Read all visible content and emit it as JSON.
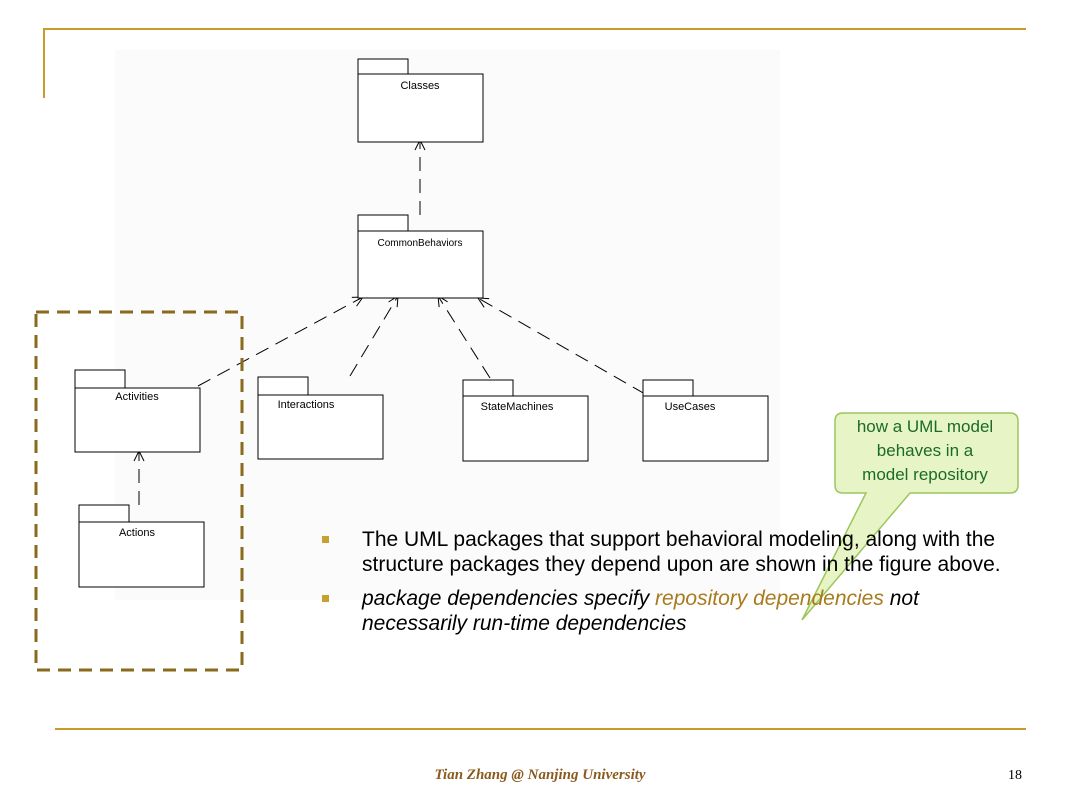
{
  "diagram": {
    "packages": {
      "classes": "Classes",
      "common_behaviors": "CommonBehaviors",
      "activities": "Activities",
      "interactions": "Interactions",
      "state_machines": "StateMachines",
      "use_cases": "UseCases",
      "actions": "Actions"
    }
  },
  "callout": {
    "line1": "how a UML model",
    "line2": "behaves in a",
    "line3": "model repository"
  },
  "bullets": {
    "b1": "The UML packages that support behavioral modeling, along with the structure packages they depend upon are shown in the figure above.",
    "b2_pre": "package dependencies specify ",
    "b2_hl": "repository dependencies",
    "b2_post": " not necessarily run-time dependencies"
  },
  "footer": {
    "author": "Tian Zhang @ Nanjing University",
    "page_number": "18"
  },
  "colors": {
    "accent": "#c89b2a",
    "highlight": "#a87b1e",
    "callout_fill": "#e7f5c6",
    "callout_border": "#9cc65c",
    "callout_text": "#1c6b24",
    "dashed_box": "#8a6a1e"
  }
}
